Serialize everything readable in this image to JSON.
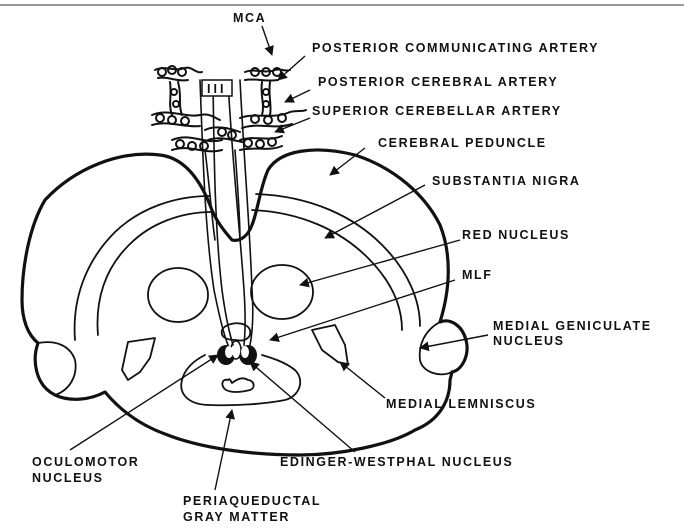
{
  "labels": {
    "mca": "MCA",
    "posterior_communicating_artery": "POSTERIOR COMMUNICATING ARTERY",
    "posterior_cerebral_artery": "POSTERIOR CEREBRAL ARTERY",
    "superior_cerebellar_artery": "SUPERIOR CEREBELLAR ARTERY",
    "cerebral_peduncle": "CEREBRAL PEDUNCLE",
    "substantia_nigra": "SUBSTANTIA NIGRA",
    "red_nucleus": "RED NUCLEUS",
    "mlf": "MLF",
    "medial_geniculate_line1": "MEDIAL GENICULATE",
    "medial_geniculate_line2": "NUCLEUS",
    "medial_lemniscus": "MEDIAL LEMNISCUS",
    "oculomotor_line1": "OCULOMOTOR",
    "oculomotor_line2": "NUCLEUS",
    "edinger_westphal": "EDINGER-WESTPHAL NUCLEUS",
    "periaqueductal_line1": "PERIAQUEDUCTAL",
    "periaqueductal_line2": "GRAY MATTER",
    "nerve_numeral": "III"
  }
}
